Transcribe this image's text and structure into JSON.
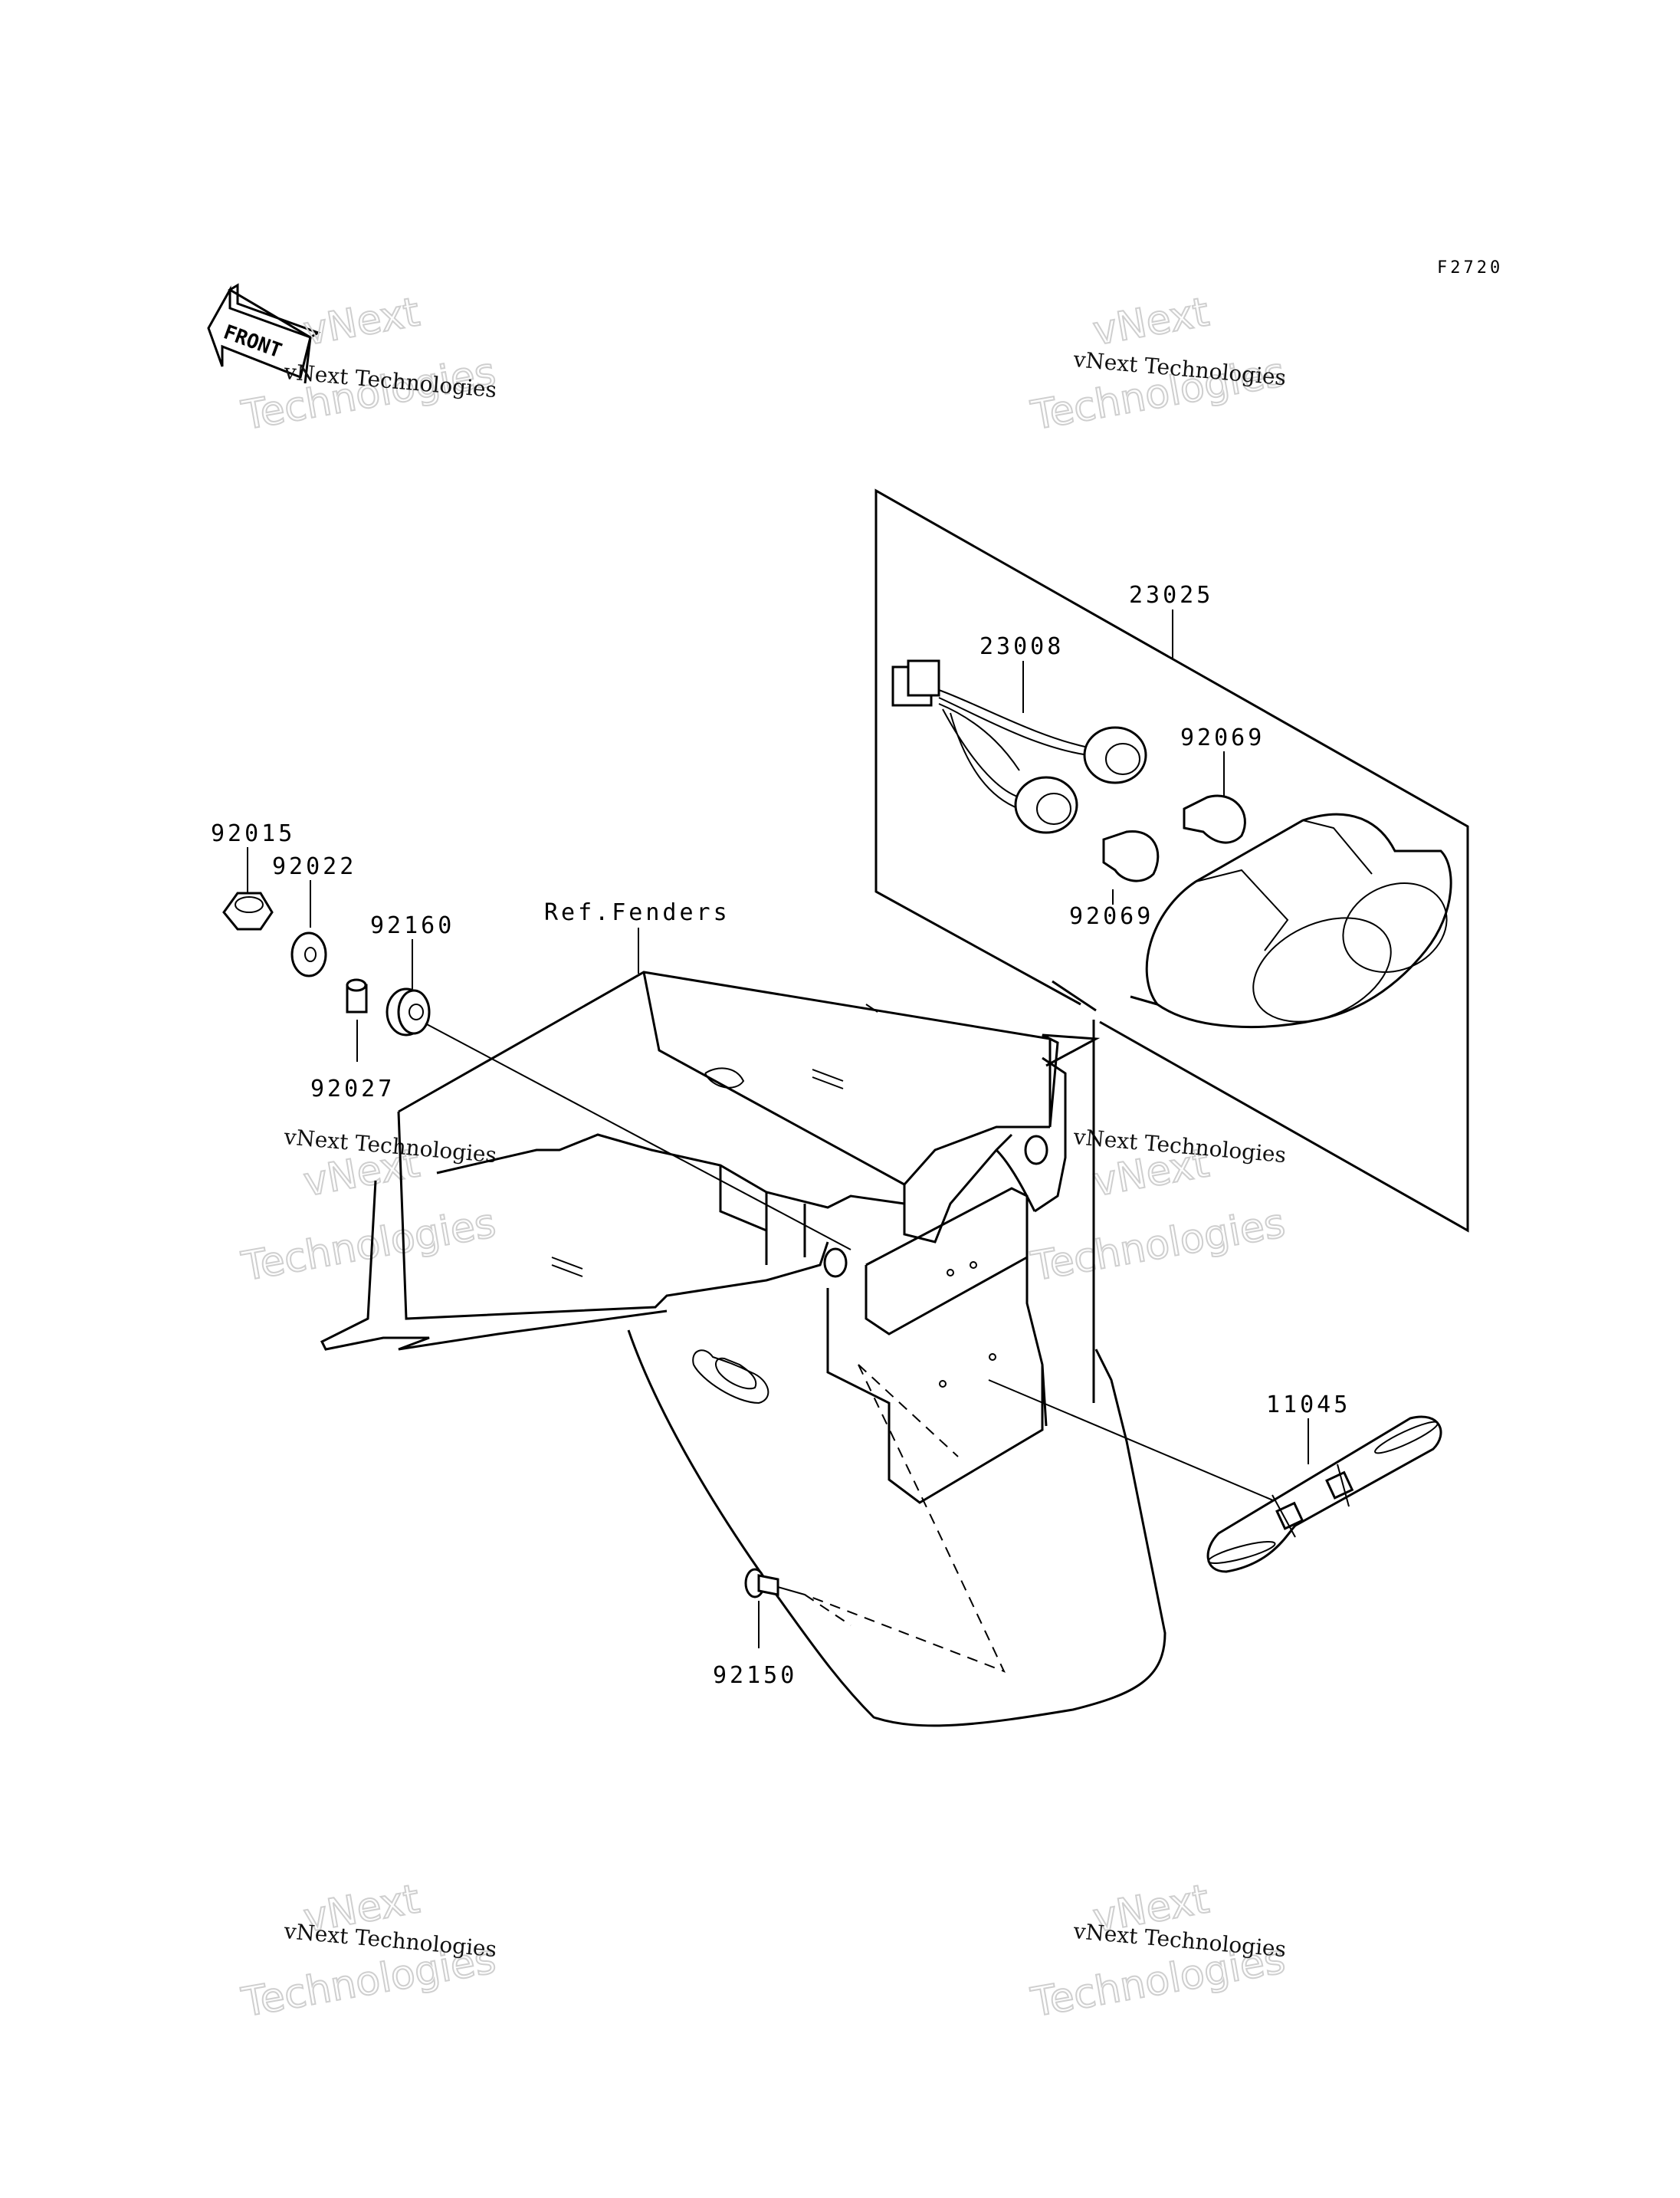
{
  "figure_code": "F2720",
  "front_arrow_label": "FRONT",
  "watermark": {
    "small": "vNext Technologies",
    "big_line1": "vNext",
    "big_line2": "Technologies"
  },
  "reference_label": "Ref.Fenders",
  "parts": {
    "p23025": "23025",
    "p23008": "23008",
    "p92069_a": "92069",
    "p92069_b": "92069",
    "p92015": "92015",
    "p92022": "92022",
    "p92160": "92160",
    "p92027": "92027",
    "p11045": "11045",
    "p92150": "92150"
  }
}
